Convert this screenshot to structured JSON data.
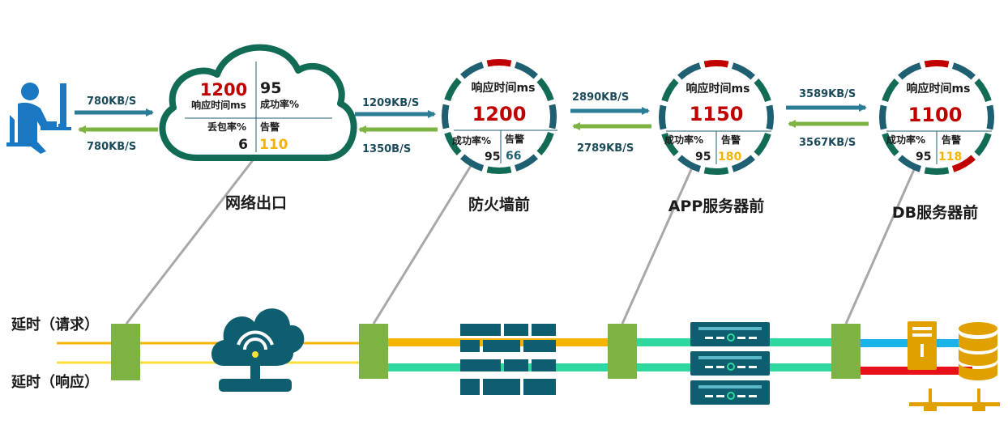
{
  "colors": {
    "primary_green": "#126B55",
    "teal_dark": "#1F5F72",
    "red": "#C00000",
    "amber": "#F5B400",
    "connector_green": "#7CB342",
    "arrow_teal": "#2E7D97",
    "arrow_green": "#7CB342",
    "line_yellow": "#F8E03A",
    "line_orange": "#F5B400",
    "line_mint": "#2ED8A0",
    "line_blue": "#18B4E8",
    "line_red": "#E8101A",
    "icon_teal": "#0E5E70"
  },
  "user_flow": {
    "out_rate": "780KB/S",
    "in_rate": "780KB/S"
  },
  "cloud": {
    "response_time": "1200",
    "response_label": "响应时间ms",
    "success_rate": "95",
    "success_label": "成功率%",
    "loss_label": "丢包率%",
    "loss_value": "6",
    "alarm_label": "告警",
    "alarm_value": "110",
    "caption": "网络出口"
  },
  "links": [
    {
      "out_rate": "1209KB/S",
      "in_rate": "1350B/S"
    },
    {
      "out_rate": "2890KB/S",
      "in_rate": "2789KB/S"
    },
    {
      "out_rate": "3589KB/S",
      "in_rate": "3567KB/S"
    }
  ],
  "nodes": [
    {
      "label": "响应时间ms",
      "response_time": "1200",
      "success_label": "成功率%",
      "success_rate": "95",
      "alarm_label": "告警",
      "alarm_value": "66",
      "caption": "防火墙前"
    },
    {
      "label": "响应时间ms",
      "response_time": "1150",
      "success_label": "成功率%",
      "success_rate": "95",
      "alarm_label": "告警",
      "alarm_value": "180",
      "caption": "APP服务器前"
    },
    {
      "label": "响应时间ms",
      "response_time": "1100",
      "success_label": "成功率%",
      "success_rate": "95",
      "alarm_label": "告警",
      "alarm_value": "118",
      "caption": "DB服务器前"
    }
  ],
  "latency_rows": {
    "request_label": "延时（请求）",
    "response_label": "延时（响应）"
  },
  "icons": [
    "user-at-computer-icon",
    "cloud-wifi-icon",
    "firewall-brick-icon",
    "server-rack-icon",
    "server-tower-icon",
    "database-icon"
  ]
}
